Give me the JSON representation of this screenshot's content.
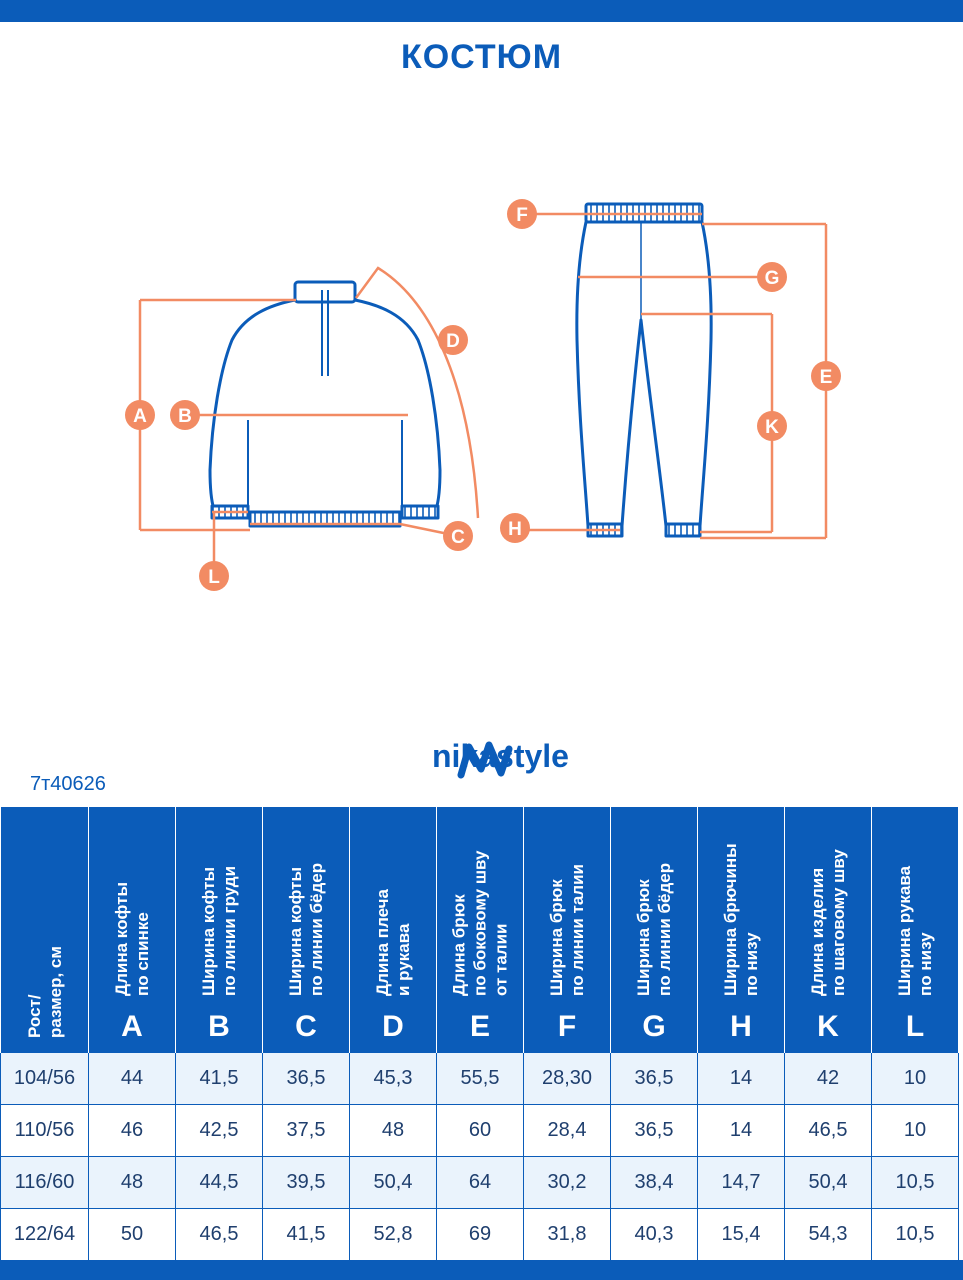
{
  "title": "КОСТЮМ",
  "brand": {
    "name": "nikastyle",
    "color": "#0b5cb9"
  },
  "article": "7т40626",
  "colors": {
    "primary": "#0b5cb9",
    "accent": "#f28b63",
    "row_tint": "#eaf3fc"
  },
  "diagram": {
    "labels": [
      "A",
      "B",
      "C",
      "D",
      "E",
      "F",
      "G",
      "H",
      "K",
      "L"
    ]
  },
  "table": {
    "headers": [
      {
        "lines": [
          "Рост/",
          "размер, см"
        ],
        "letter": ""
      },
      {
        "lines": [
          "Длина кофты",
          "по спинке"
        ],
        "letter": "A"
      },
      {
        "lines": [
          "Ширина кофты",
          "по линии груди"
        ],
        "letter": "B"
      },
      {
        "lines": [
          "Ширина кофты",
          "по линии бёдер"
        ],
        "letter": "C"
      },
      {
        "lines": [
          "Длина плеча",
          "и рукава"
        ],
        "letter": "D"
      },
      {
        "lines": [
          "Длина брюк",
          "по боковому шву",
          "от талии"
        ],
        "letter": "E"
      },
      {
        "lines": [
          "Ширина брюк",
          "по линии талии"
        ],
        "letter": "F"
      },
      {
        "lines": [
          "Ширина брюк",
          "по линии бёдер"
        ],
        "letter": "G"
      },
      {
        "lines": [
          "Ширина брючины",
          "по низу"
        ],
        "letter": "H"
      },
      {
        "lines": [
          "Длина изделия",
          "по шаговому шву"
        ],
        "letter": "K"
      },
      {
        "lines": [
          "Ширина рукава",
          "по низу"
        ],
        "letter": "L"
      }
    ],
    "rows": [
      [
        "104/56",
        "44",
        "41,5",
        "36,5",
        "45,3",
        "55,5",
        "28,30",
        "36,5",
        "14",
        "42",
        "10"
      ],
      [
        "110/56",
        "46",
        "42,5",
        "37,5",
        "48",
        "60",
        "28,4",
        "36,5",
        "14",
        "46,5",
        "10"
      ],
      [
        "116/60",
        "48",
        "44,5",
        "39,5",
        "50,4",
        "64",
        "30,2",
        "38,4",
        "14,7",
        "50,4",
        "10,5"
      ],
      [
        "122/64",
        "50",
        "46,5",
        "41,5",
        "52,8",
        "69",
        "31,8",
        "40,3",
        "15,4",
        "54,3",
        "10,5"
      ]
    ]
  }
}
